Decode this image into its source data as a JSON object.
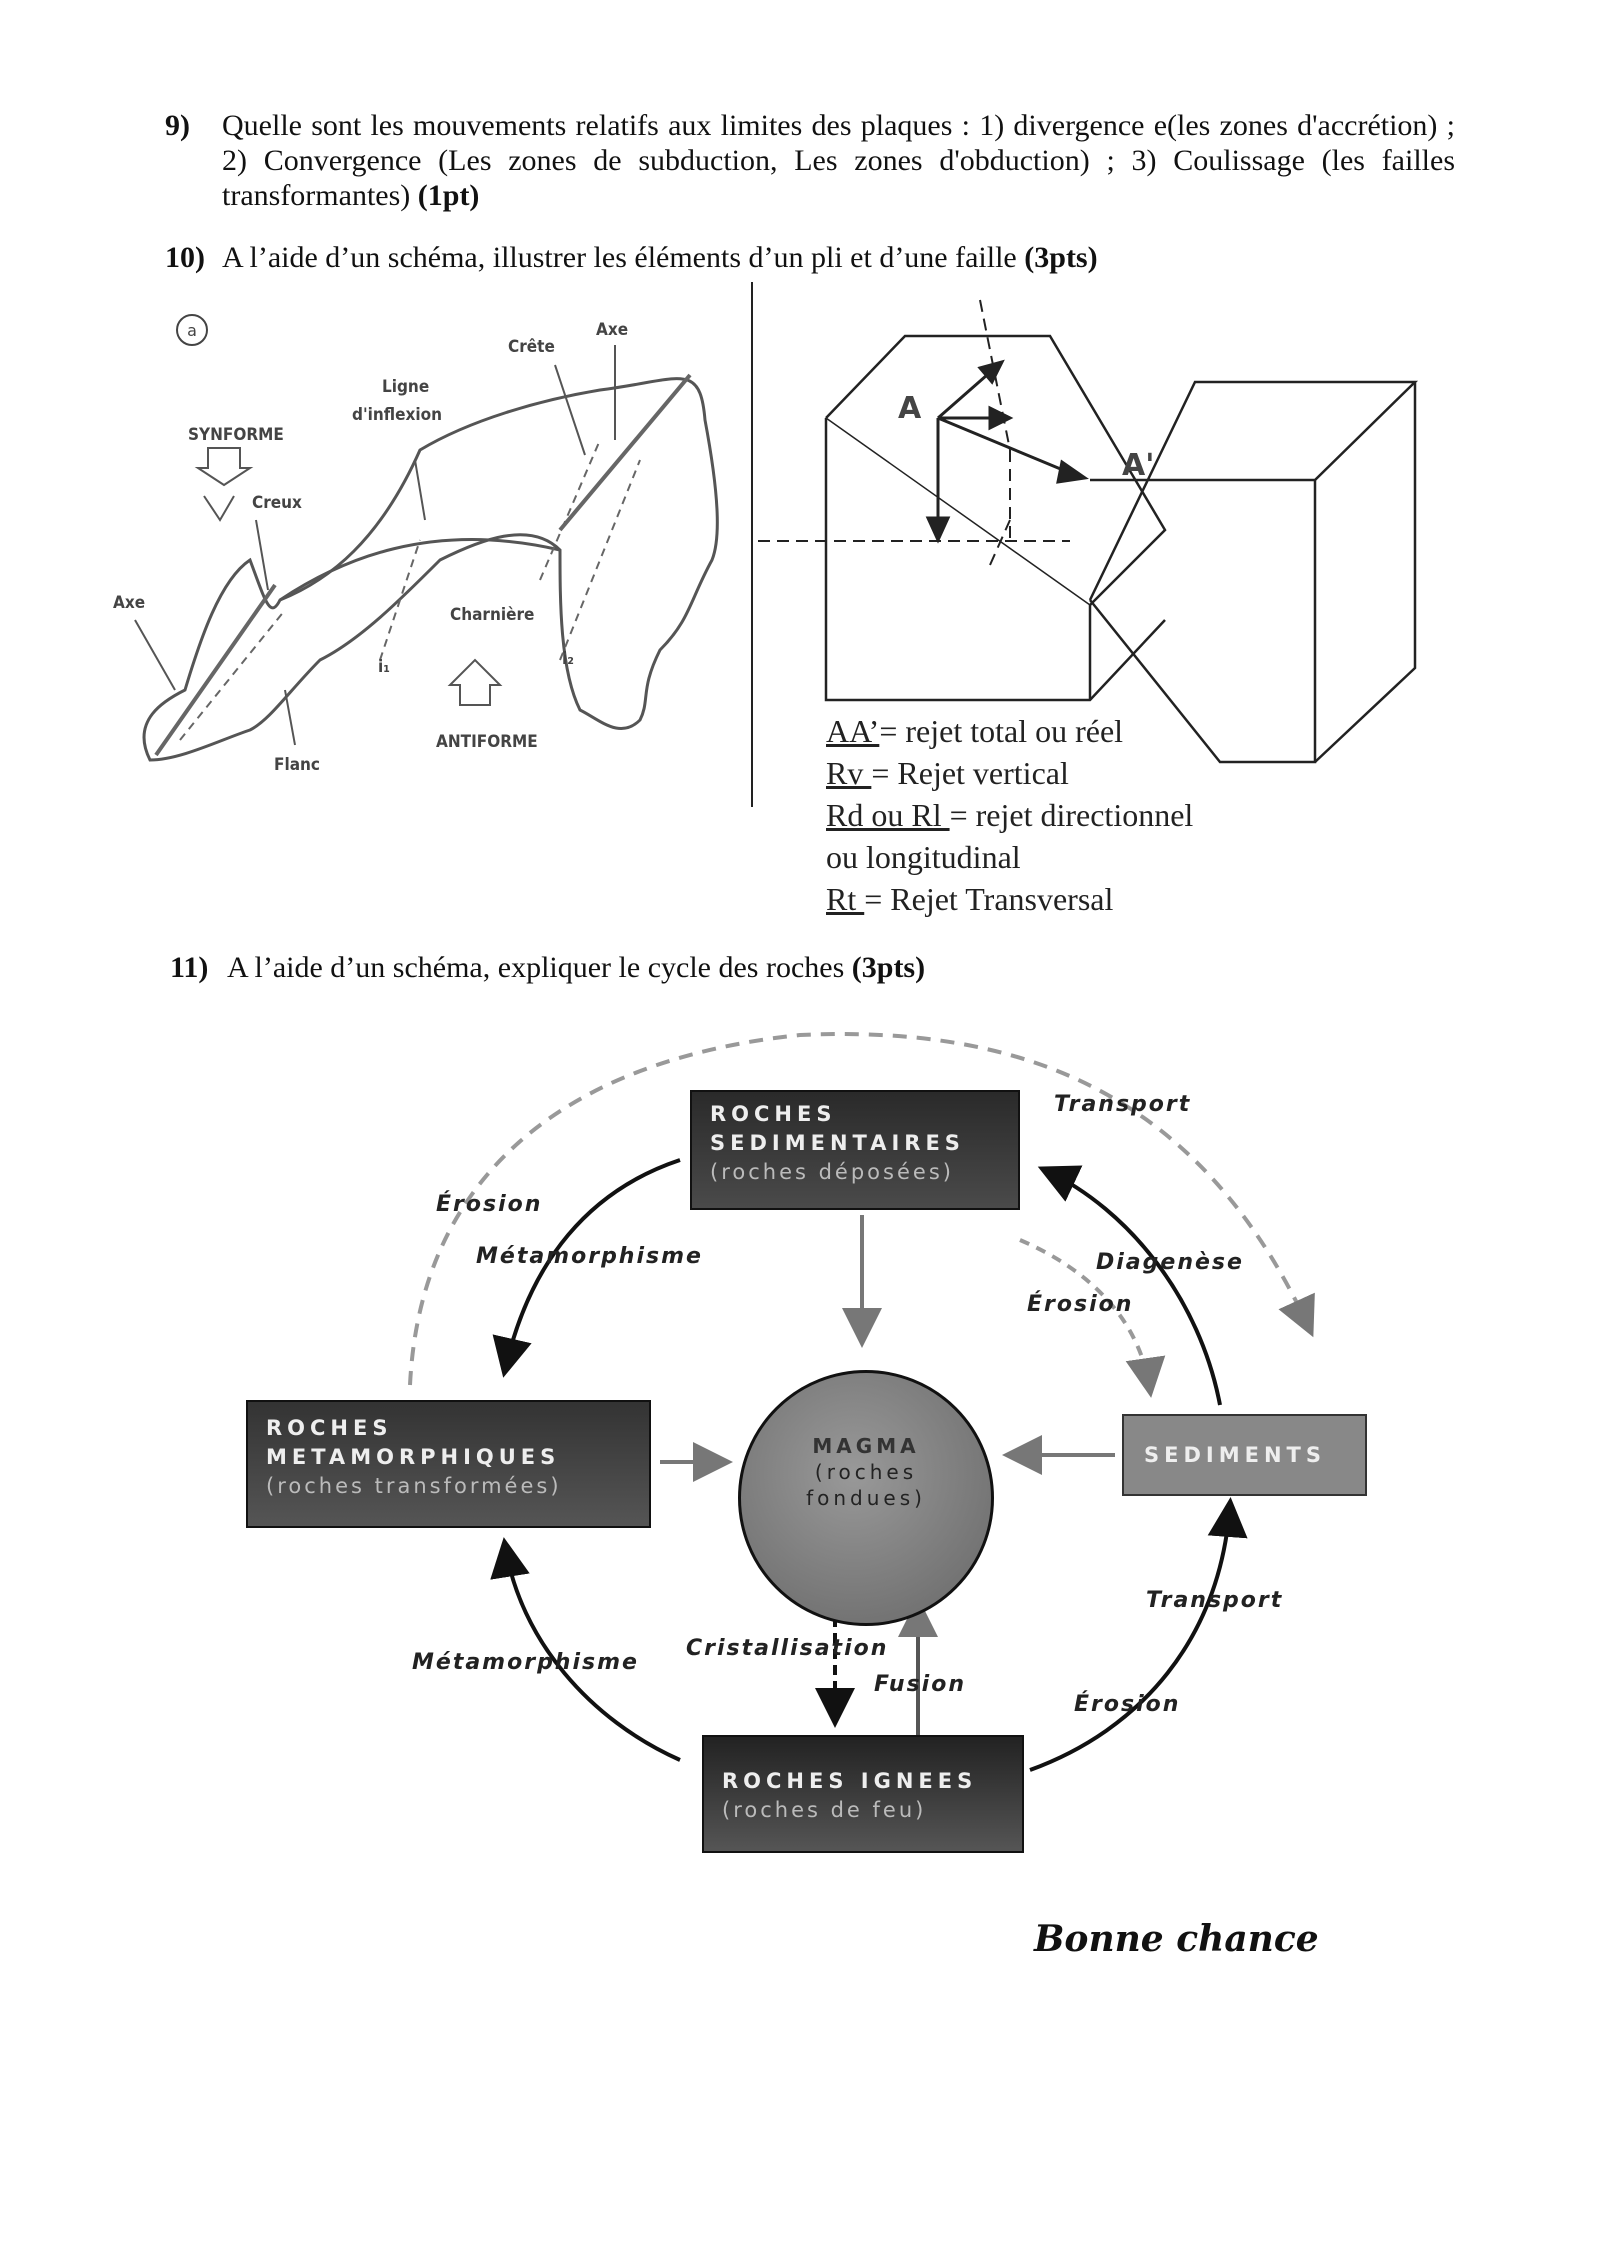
{
  "q9": {
    "num": "9)",
    "text": "Quelle sont les mouvements relatifs aux limites des plaques : 1) divergence e(les zones d'accrétion) ; 2) Convergence (Les zones de subduction, Les zones d'obduction) ; 3) Coulissage (les failles transformantes)",
    "pts": "(1pt)"
  },
  "q10": {
    "num": "10)",
    "text": "A l’aide d’un schéma, illustrer les éléments d’un pli et d’une faille",
    "pts": "(3pts)"
  },
  "fold": {
    "badge": "a",
    "labels": {
      "synforme": "SYNFORME",
      "creux": "Creux",
      "ligne": "Ligne",
      "inflexion": "d'inflexion",
      "crete": "Crête",
      "axe_top": "Axe",
      "axe_left": "Axe",
      "charniere": "Charnière",
      "i1": "i₁",
      "i2": "i₂",
      "flanc": "Flanc",
      "antiforme": "ANTIFORME"
    }
  },
  "fault": {
    "point_a": "A",
    "point_a_prime": "A'",
    "legend": [
      {
        "term": "AA’",
        "def": "= rejet total ou réel"
      },
      {
        "term": "Rv ",
        "def": "= Rejet vertical"
      },
      {
        "term": "Rd ou Rl ",
        "def": "= rejet  directionnel"
      },
      {
        "term": "",
        "def": "ou longitudinal"
      },
      {
        "term": "Rt ",
        "def": "= Rejet Transversal"
      }
    ]
  },
  "q11": {
    "num": "11)",
    "text": "A l’aide d’un schéma, expliquer le cycle des roches",
    "pts": "(3pts)"
  },
  "cycle": {
    "sedimentaires": {
      "title1": "ROCHES",
      "title2": "SEDIMENTAIRES",
      "sub": "(roches déposées)"
    },
    "metamorphiques": {
      "title1": "ROCHES",
      "title2": "METAMORPHIQUES",
      "sub": "(roches transformées)"
    },
    "ignees": {
      "title": "ROCHES IGNEES",
      "sub": "(roches de feu)"
    },
    "sediments": {
      "title": "SEDIMENTS"
    },
    "magma": {
      "title": "MAGMA",
      "sub1": "(roches",
      "sub2": "fondues)"
    },
    "labels": {
      "transport_top": "Transport",
      "erosion_left": "Érosion",
      "metamorphisme_top": "Métamorphisme",
      "diagenese": "Diagenèse",
      "erosion_mid": "Érosion",
      "transport_right": "Transport",
      "erosion_right": "Érosion",
      "metamorphisme_bottom": "Métamorphisme",
      "cristallisation": "Cristallisation",
      "fusion": "Fusion"
    }
  },
  "closing": "Bonne chance"
}
